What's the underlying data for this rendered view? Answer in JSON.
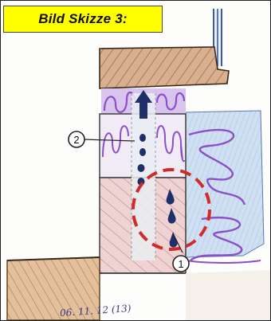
{
  "title": "Bild Skizze 3:",
  "colors": {
    "title_bg": "#ffff00",
    "masonry": "#c9a27c",
    "insulation": "#9b5fd0",
    "condensate": "#1e2f6a",
    "dew_zone": "#d12a2a",
    "frame": "#222222"
  },
  "markers": {
    "marker_1": "1",
    "marker_2": "2"
  },
  "footnote": "06. 11. 12 (13)"
}
